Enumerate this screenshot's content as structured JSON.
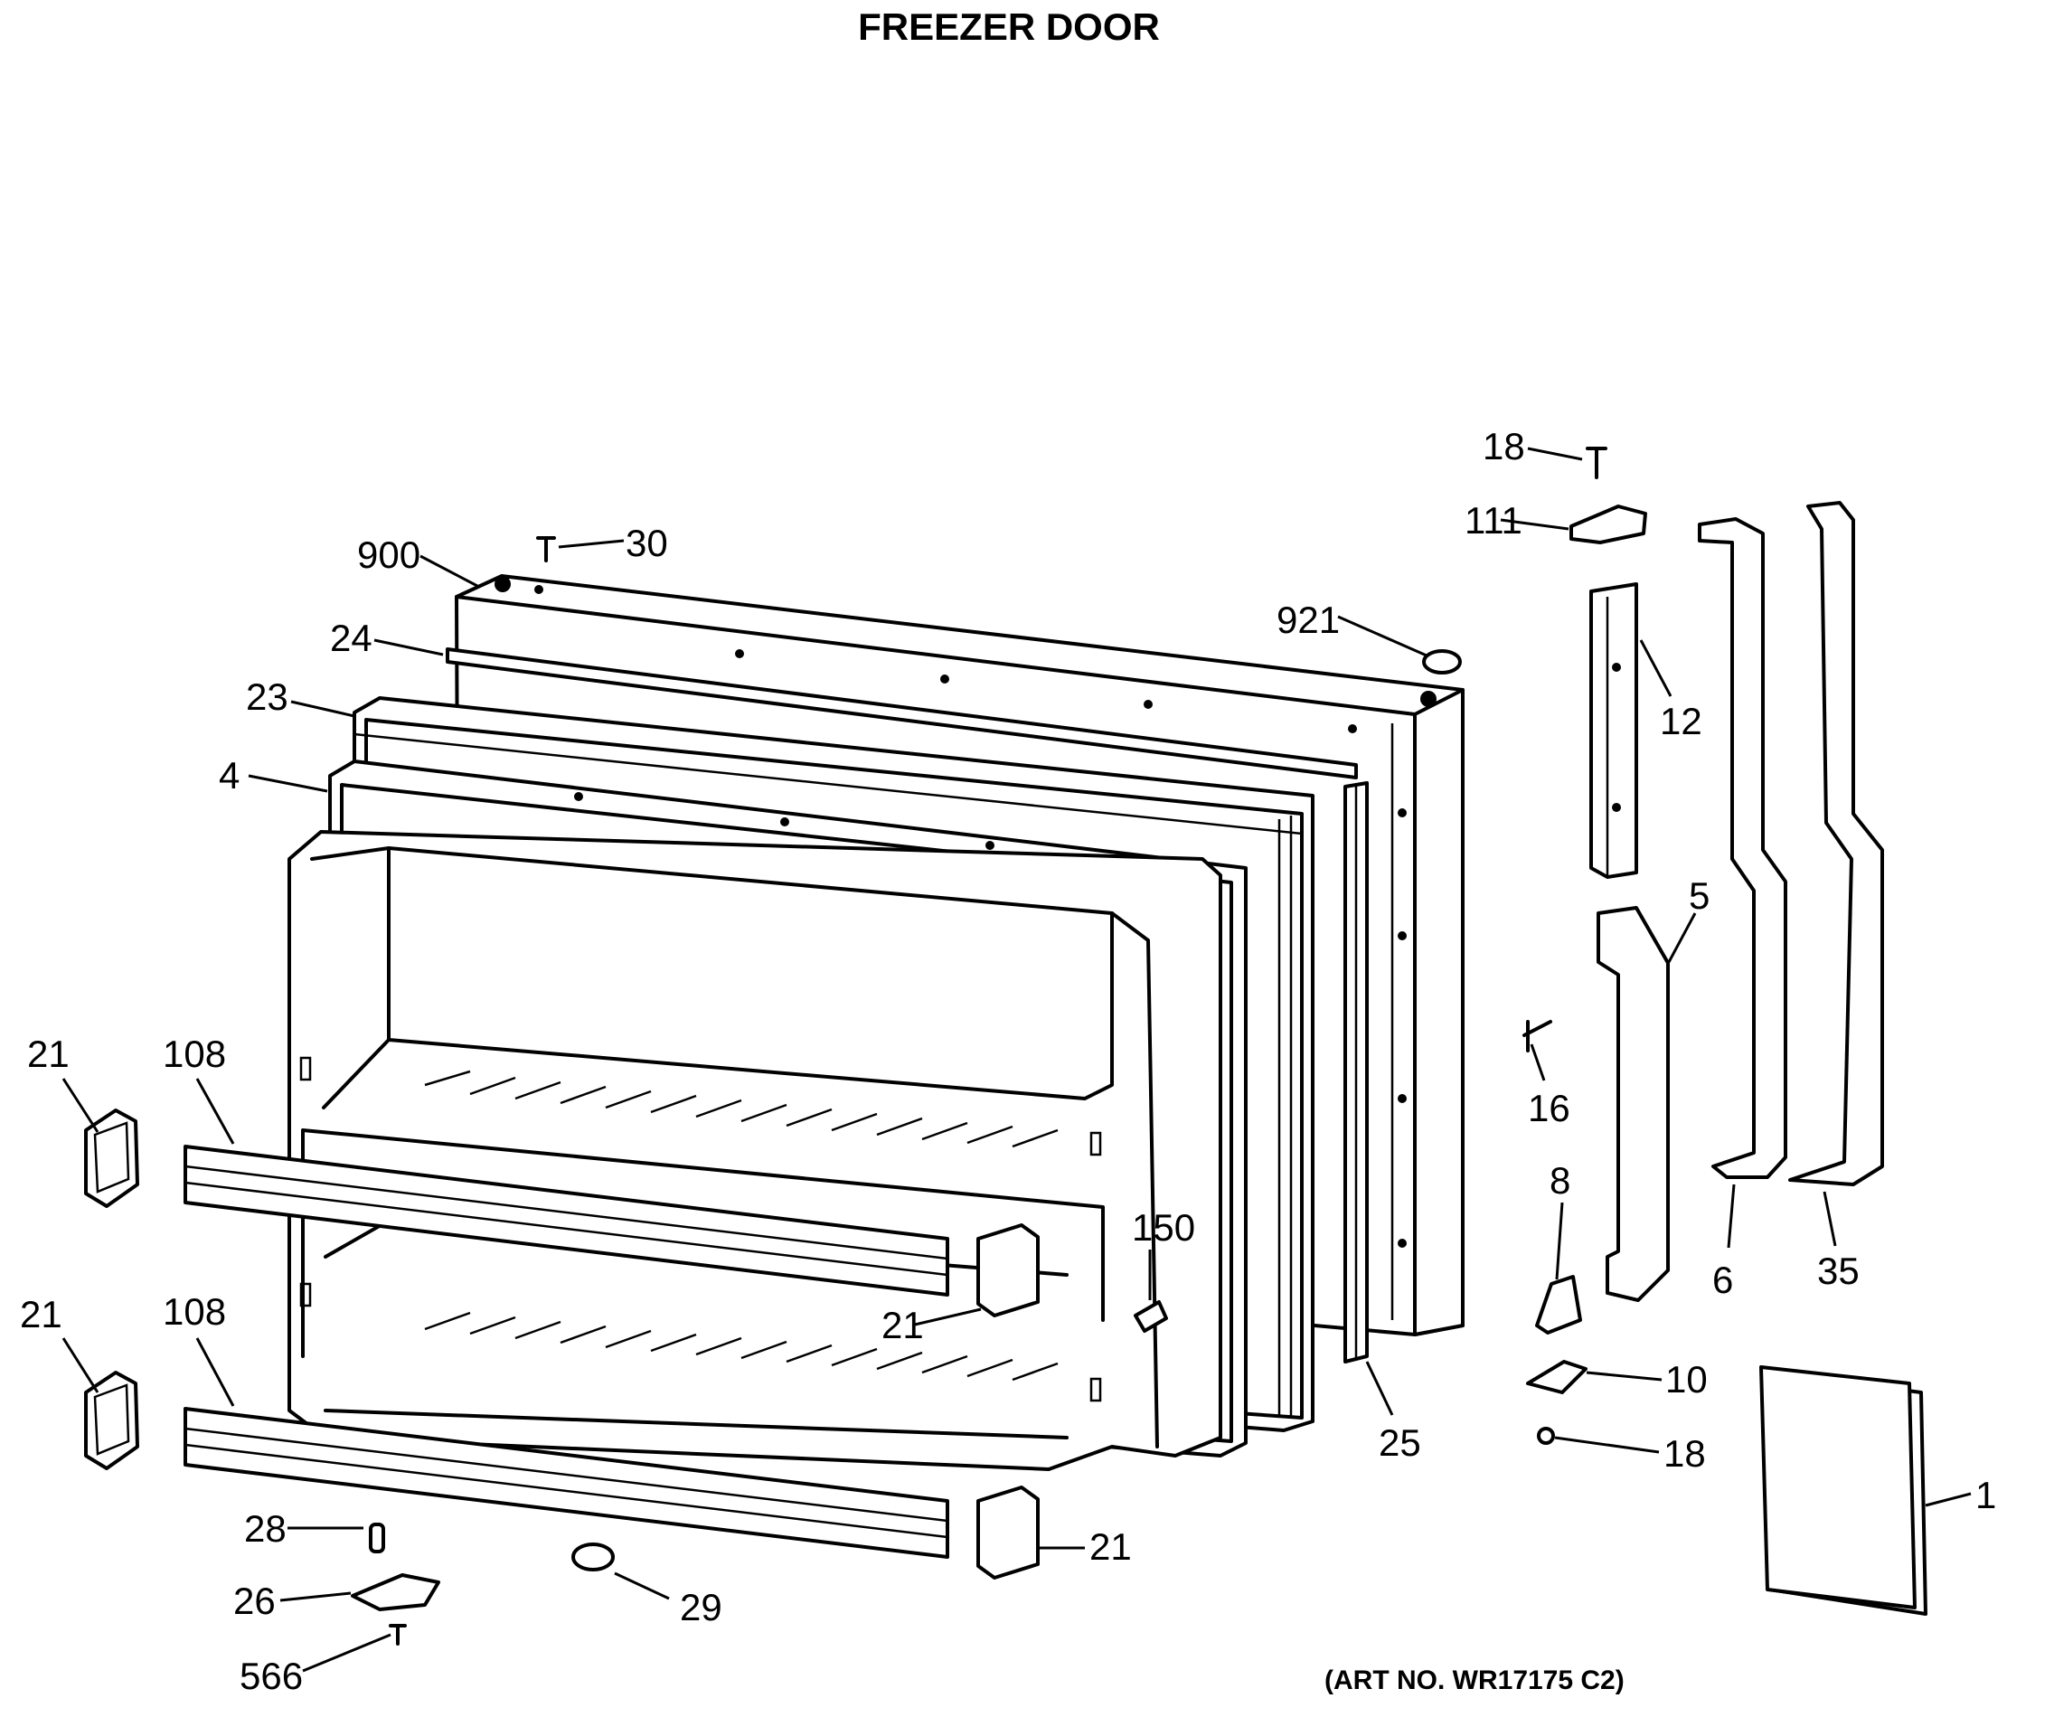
{
  "title": "FREEZER DOOR",
  "art_number": "(ART NO. WR17175 C2)",
  "callouts": {
    "c18a": "18",
    "c111": "111",
    "c900": "900",
    "c30": "30",
    "c921": "921",
    "c24": "24",
    "c23": "23",
    "c12": "12",
    "c4": "4",
    "c5": "5",
    "c21a": "21",
    "c108a": "108",
    "c16": "16",
    "c8": "8",
    "c150": "150",
    "c6": "6",
    "c35": "35",
    "c21b": "21",
    "c21c": "21",
    "c108b": "108",
    "c10": "10",
    "c25": "25",
    "c18b": "18",
    "c1": "1",
    "c28": "28",
    "c21d": "21",
    "c26": "26",
    "c29": "29",
    "c566": "566"
  }
}
